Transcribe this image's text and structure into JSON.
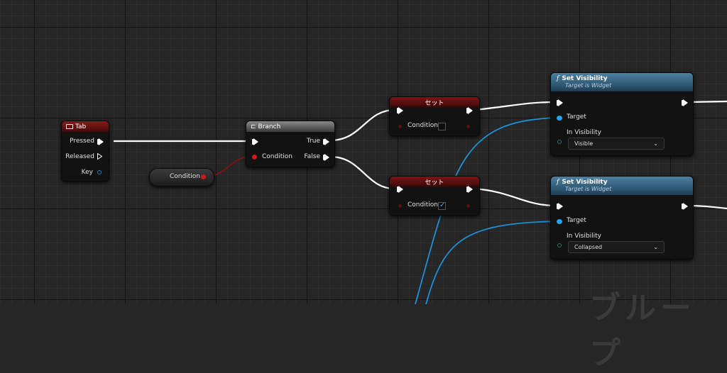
{
  "tab_node": {
    "title": "Tab",
    "icon": "keyboard-icon",
    "pins": {
      "pressed": "Pressed",
      "released": "Released",
      "key": "Key"
    }
  },
  "condition_var": {
    "label": "Condition"
  },
  "branch_node": {
    "title": "Branch",
    "icon": "branch-icon",
    "pins": {
      "condition": "Condition",
      "true": "True",
      "false": "False"
    }
  },
  "set_nodes": [
    {
      "title": "セット",
      "pin": "Condition",
      "checked": false
    },
    {
      "title": "セット",
      "pin": "Condition",
      "checked": true
    }
  ],
  "vis_nodes": [
    {
      "title": "Set Visibility",
      "subtitle": "Target is Widget",
      "target": "Target",
      "in_vis": "In Visibility",
      "value": "Visible"
    },
    {
      "title": "Set Visibility",
      "subtitle": "Target is Widget",
      "target": "Target",
      "in_vis": "In Visibility",
      "value": "Collapsed"
    }
  ],
  "function_glyph": "f",
  "watermark": "ブループ",
  "colors": {
    "exec_wire": "#ffffff",
    "bool_wire": "#8e1010",
    "object_wire": "#1d8fd6",
    "event_header": "#8a1a1a",
    "function_header": "#3b6d8e"
  }
}
